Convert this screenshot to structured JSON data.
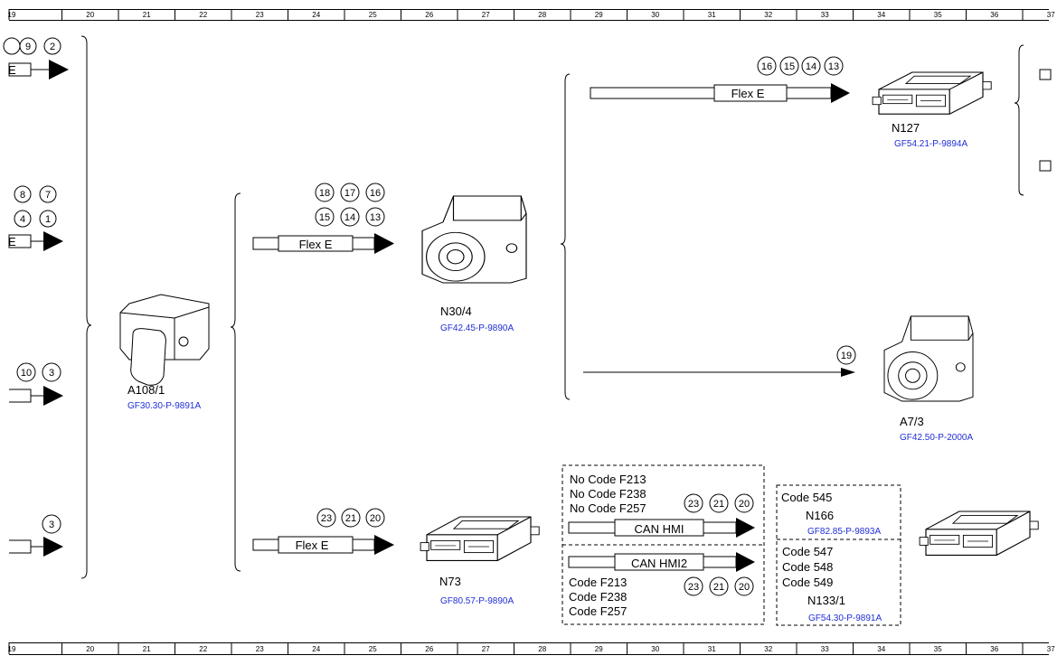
{
  "grid": {
    "columns": [
      "19",
      "20",
      "21",
      "22",
      "23",
      "24",
      "25",
      "26",
      "27",
      "28",
      "29",
      "30",
      "31",
      "32",
      "33",
      "34",
      "35",
      "36",
      "37"
    ]
  },
  "components": {
    "a108_1": {
      "name": "A108/1",
      "ref": "GF30.30-P-9891A"
    },
    "n30_4": {
      "name": "N30/4",
      "ref": "GF42.45-P-9890A"
    },
    "n127": {
      "name": "N127",
      "ref": "GF54.21-P-9894A"
    },
    "a7_3": {
      "name": "A7/3",
      "ref": "GF42.50-P-2000A"
    },
    "n73": {
      "name": "N73",
      "ref": "GF80.57-P-9890A"
    },
    "n166": {
      "name": "N166",
      "ref": "GF82.85-P-9893A"
    },
    "n133_1": {
      "name": "N133/1",
      "ref": "GF54.30-P-9891A"
    }
  },
  "buses": {
    "flex_e": "Flex E",
    "flex_e_cut": "E",
    "can_hmi": "CAN HMI",
    "can_hmi2": "CAN HMI2"
  },
  "pins": {
    "left1": [
      "9",
      "2"
    ],
    "left2_top": [
      "8",
      "7"
    ],
    "left2_bot": [
      "4",
      "1"
    ],
    "left3": [
      "10",
      "3"
    ],
    "left4": [
      "3"
    ],
    "mid1_top": [
      "18",
      "17",
      "16"
    ],
    "mid1_bot": [
      "15",
      "14",
      "13"
    ],
    "n127_line": [
      "16",
      "15",
      "14",
      "13"
    ],
    "a73_line": [
      "19"
    ],
    "mid2": [
      "23",
      "21",
      "20"
    ],
    "can_hmi": [
      "23",
      "21",
      "20"
    ],
    "can_hmi2": [
      "23",
      "21",
      "20"
    ]
  },
  "codes": {
    "box1": [
      "No Code F213",
      "No Code F238",
      "No Code F257"
    ],
    "box2": [
      "Code F213",
      "Code F238",
      "Code F257"
    ],
    "box3": [
      "Code 545"
    ],
    "box4": [
      "Code 547",
      "Code 548",
      "Code 549"
    ]
  }
}
